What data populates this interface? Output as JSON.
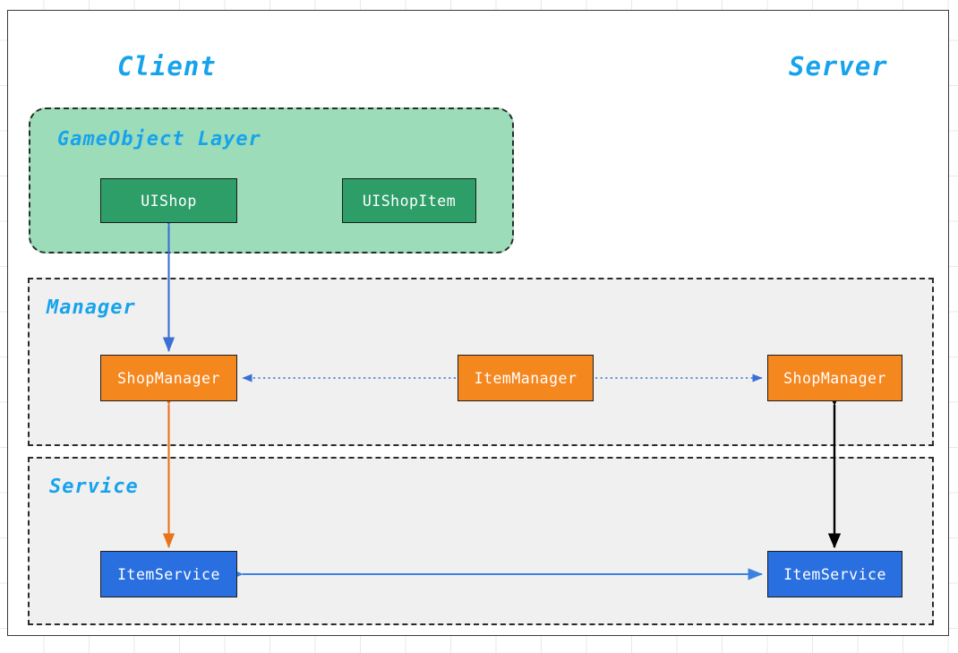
{
  "diagram": {
    "title_client": "Client",
    "title_server": "Server",
    "groups": [
      {
        "id": "gameobject",
        "label": "GameObject Layer",
        "style": "rounded-dashed",
        "fill": "#9ddcb9"
      },
      {
        "id": "manager",
        "label": "Manager",
        "style": "dashed",
        "fill": "#f0f0f0"
      },
      {
        "id": "service",
        "label": "Service",
        "style": "dashed",
        "fill": "#f0f0f0"
      }
    ],
    "nodes": [
      {
        "id": "uishop",
        "label": "UIShop",
        "group": "gameobject",
        "side": "client",
        "color": "#2e9e68"
      },
      {
        "id": "uishopitem",
        "label": "UIShopItem",
        "group": "gameobject",
        "side": "client",
        "color": "#2e9e68"
      },
      {
        "id": "shopmanager-client",
        "label": "ShopManager",
        "group": "manager",
        "side": "client",
        "color": "#f5871f"
      },
      {
        "id": "itemmanager",
        "label": "ItemManager",
        "group": "manager",
        "side": "client",
        "color": "#f5871f"
      },
      {
        "id": "shopmanager-server",
        "label": "ShopManager",
        "group": "manager",
        "side": "server",
        "color": "#f5871f"
      },
      {
        "id": "itemservice-client",
        "label": "ItemService",
        "group": "service",
        "side": "client",
        "color": "#2a6fe0"
      },
      {
        "id": "itemservice-server",
        "label": "ItemService",
        "group": "service",
        "side": "server",
        "color": "#2a6fe0"
      }
    ],
    "connections": [
      {
        "id": "uishop-shopmanager",
        "from": "shopmanager-client",
        "to": "uishop",
        "color": "#3b6fd4",
        "style": "solid",
        "direction": "bidirectional-vertical"
      },
      {
        "id": "shopmanager-itemservice-client",
        "from": "itemservice-client",
        "to": "shopmanager-client",
        "color": "#e8731c",
        "style": "solid",
        "direction": "bidirectional-vertical"
      },
      {
        "id": "itemmanager-shopmanager-client",
        "from": "itemmanager",
        "to": "shopmanager-client",
        "color": "#3b6fd4",
        "style": "dotted",
        "direction": "left"
      },
      {
        "id": "itemmanager-shopmanager-server",
        "from": "itemmanager",
        "to": "shopmanager-server",
        "color": "#3b6fd4",
        "style": "dotted",
        "direction": "right"
      },
      {
        "id": "shopmanager-itemservice-server",
        "from": "shopmanager-server",
        "to": "itemservice-server",
        "color": "#000000",
        "style": "solid",
        "direction": "bidirectional-vertical"
      },
      {
        "id": "itemservice-sync",
        "from": "itemservice-client",
        "to": "itemservice-server",
        "color": "#3b82e0",
        "style": "solid",
        "direction": "bidirectional-horizontal"
      }
    ],
    "colors": {
      "title_blue": "#17a3ec",
      "group_green": "#9ddcb9",
      "group_gray": "#f0f0f0",
      "node_green": "#2e9e68",
      "node_orange": "#f5871f",
      "node_blue": "#2a6fe0",
      "frame": "#3a3a3a",
      "grid": "#e8e8e8"
    }
  }
}
